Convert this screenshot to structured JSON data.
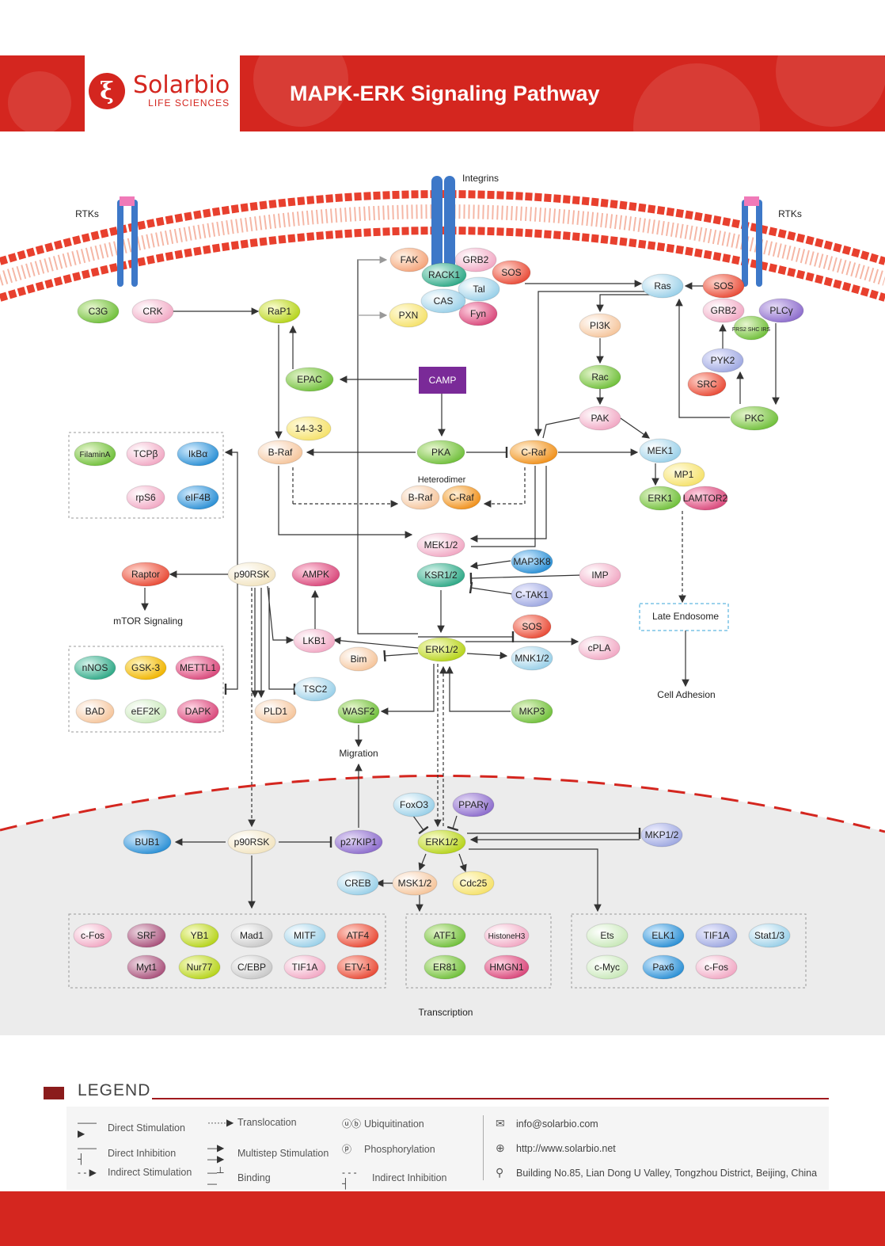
{
  "header": {
    "brand": "Solarbio",
    "brand_sub": "LIFE SCIENCES",
    "title": "MAPK-ERK Signaling Pathway"
  },
  "labels": {
    "integrins": "Integrins",
    "rtks_left": "RTKs",
    "rtks_right": "RTKs",
    "heterodimer": "Heterodimer",
    "mtor": "mTOR Signaling",
    "late_endosome": "Late Endosome",
    "cell_adhesion": "Cell Adhesion",
    "migration": "Migration",
    "transcription": "Transcription"
  },
  "colors": {
    "brand_red": "#d4261f",
    "membrane": "#e8402e",
    "nucleus_bg": "#ececec"
  },
  "nodes": [
    {
      "id": "c3g",
      "label": "C3G",
      "color": "green"
    },
    {
      "id": "crk",
      "label": "CRK",
      "color": "pink"
    },
    {
      "id": "rap1",
      "label": "RaP1",
      "color": "lime"
    },
    {
      "id": "fak",
      "label": "FAK",
      "color": "salmon"
    },
    {
      "id": "grb2a",
      "label": "GRB2",
      "color": "pink"
    },
    {
      "id": "rack1",
      "label": "RACK1",
      "color": "teal"
    },
    {
      "id": "sosa",
      "label": "SOS",
      "color": "red"
    },
    {
      "id": "tal",
      "label": "Tal",
      "color": "lightblue"
    },
    {
      "id": "cas",
      "label": "CAS",
      "color": "lightblue"
    },
    {
      "id": "pxn",
      "label": "PXN",
      "color": "yellow"
    },
    {
      "id": "fyn",
      "label": "Fyn",
      "color": "magenta"
    },
    {
      "id": "ras",
      "label": "Ras",
      "color": "lightblue"
    },
    {
      "id": "sosb",
      "label": "SOS",
      "color": "red"
    },
    {
      "id": "grb2b",
      "label": "GRB2",
      "color": "pink"
    },
    {
      "id": "plcy",
      "label": "PLCγ",
      "color": "purple"
    },
    {
      "id": "frs2",
      "label": "FRS2 SHC IRS",
      "color": "green"
    },
    {
      "id": "pi3k",
      "label": "PI3K",
      "color": "peach"
    },
    {
      "id": "pyk2",
      "label": "PYK2",
      "color": "lavender"
    },
    {
      "id": "src",
      "label": "SRC",
      "color": "red"
    },
    {
      "id": "epac",
      "label": "EPAC",
      "color": "green"
    },
    {
      "id": "rac",
      "label": "Rac",
      "color": "green"
    },
    {
      "id": "pak",
      "label": "PAK",
      "color": "pink"
    },
    {
      "id": "pkc",
      "label": "PKC",
      "color": "green"
    },
    {
      "id": "b1433",
      "label": "14-3-3",
      "color": "yellow"
    },
    {
      "id": "braf",
      "label": "B-Raf",
      "color": "peach"
    },
    {
      "id": "pka",
      "label": "PKA",
      "color": "green"
    },
    {
      "id": "craf",
      "label": "C-Raf",
      "color": "orange"
    },
    {
      "id": "mek1",
      "label": "MEK1",
      "color": "lightblue"
    },
    {
      "id": "mp1",
      "label": "MP1",
      "color": "yellow"
    },
    {
      "id": "erk1",
      "label": "ERK1",
      "color": "green"
    },
    {
      "id": "lamtor2",
      "label": "LAMTOR2",
      "color": "magenta"
    },
    {
      "id": "hbraf",
      "label": "B-Raf",
      "color": "peach"
    },
    {
      "id": "hcraf",
      "label": "C-Raf",
      "color": "orange"
    },
    {
      "id": "filamina",
      "label": "FilaminA",
      "color": "green"
    },
    {
      "id": "tcpb",
      "label": "TCPβ",
      "color": "pink"
    },
    {
      "id": "ikba",
      "label": "IkBα",
      "color": "blue"
    },
    {
      "id": "rps6",
      "label": "rpS6",
      "color": "pink"
    },
    {
      "id": "eif4b",
      "label": "eIF4B",
      "color": "blue"
    },
    {
      "id": "mek12",
      "label": "MEK1/2",
      "color": "pink"
    },
    {
      "id": "map3k8",
      "label": "MAP3K8",
      "color": "blue"
    },
    {
      "id": "raptor",
      "label": "Raptor",
      "color": "red"
    },
    {
      "id": "p90rsk",
      "label": "p90RSK",
      "color": "cream"
    },
    {
      "id": "ampk",
      "label": "AMPK",
      "color": "magenta"
    },
    {
      "id": "ksr12",
      "label": "KSR1/2",
      "color": "teal"
    },
    {
      "id": "imp",
      "label": "IMP",
      "color": "pink"
    },
    {
      "id": "ctak1",
      "label": "C-TAK1",
      "color": "lavender"
    },
    {
      "id": "sosc",
      "label": "SOS",
      "color": "red"
    },
    {
      "id": "lkb1",
      "label": "LKB1",
      "color": "pink"
    },
    {
      "id": "bim",
      "label": "Bim",
      "color": "peach"
    },
    {
      "id": "erk12",
      "label": "ERK1/2",
      "color": "lime"
    },
    {
      "id": "mnk12",
      "label": "MNK1/2",
      "color": "lightblue"
    },
    {
      "id": "cpla",
      "label": "cPLA",
      "color": "pink"
    },
    {
      "id": "nnos",
      "label": "nNOS",
      "color": "teal"
    },
    {
      "id": "gsk3",
      "label": "GSK-3",
      "color": "gold"
    },
    {
      "id": "mettl1",
      "label": "METTL1",
      "color": "magenta"
    },
    {
      "id": "tsc2",
      "label": "TSC2",
      "color": "lightblue"
    },
    {
      "id": "bad",
      "label": "BAD",
      "color": "peach"
    },
    {
      "id": "eef2k",
      "label": "eEF2K",
      "color": "mint"
    },
    {
      "id": "dapk",
      "label": "DAPK",
      "color": "magenta"
    },
    {
      "id": "pld1",
      "label": "PLD1",
      "color": "peach"
    },
    {
      "id": "wasf2",
      "label": "WASF2",
      "color": "green"
    },
    {
      "id": "mkp3",
      "label": "MKP3",
      "color": "green"
    },
    {
      "id": "foxo3",
      "label": "FoxO3",
      "color": "lightblue"
    },
    {
      "id": "ppary",
      "label": "PPARγ",
      "color": "purple"
    },
    {
      "id": "bub1",
      "label": "BUB1",
      "color": "blue"
    },
    {
      "id": "p90rskn",
      "label": "p90RSK",
      "color": "cream"
    },
    {
      "id": "p27kip1",
      "label": "p27KIP1",
      "color": "purple"
    },
    {
      "id": "erk12n",
      "label": "ERK1/2",
      "color": "lime"
    },
    {
      "id": "mkp12",
      "label": "MKP1/2",
      "color": "lavender"
    },
    {
      "id": "creb",
      "label": "CREB",
      "color": "lightblue"
    },
    {
      "id": "msk12",
      "label": "MSK1/2",
      "color": "peach"
    },
    {
      "id": "cdc25",
      "label": "Cdc25",
      "color": "yellow"
    },
    {
      "id": "cfos1",
      "label": "c-Fos",
      "color": "pink"
    },
    {
      "id": "srf",
      "label": "SRF",
      "color": "mauve"
    },
    {
      "id": "yb1",
      "label": "YB1",
      "color": "lime"
    },
    {
      "id": "mad1",
      "label": "Mad1",
      "color": "grey"
    },
    {
      "id": "mitf",
      "label": "MITF",
      "color": "lightblue"
    },
    {
      "id": "atf4",
      "label": "ATF4",
      "color": "red"
    },
    {
      "id": "myt1",
      "label": "Myt1",
      "color": "mauve"
    },
    {
      "id": "nur77",
      "label": "Nur77",
      "color": "lime"
    },
    {
      "id": "cebp",
      "label": "C/EBP",
      "color": "grey"
    },
    {
      "id": "tif1a1",
      "label": "TIF1A",
      "color": "pink"
    },
    {
      "id": "etv1",
      "label": "ETV-1",
      "color": "red"
    },
    {
      "id": "atf1",
      "label": "ATF1",
      "color": "green"
    },
    {
      "id": "histoneh3",
      "label": "HistoneH3",
      "color": "pink"
    },
    {
      "id": "er81",
      "label": "ER81",
      "color": "green"
    },
    {
      "id": "hmgn1",
      "label": "HMGN1",
      "color": "magenta"
    },
    {
      "id": "ets",
      "label": "Ets",
      "color": "mint"
    },
    {
      "id": "elk1",
      "label": "ELK1",
      "color": "blue"
    },
    {
      "id": "tif1a2",
      "label": "TIF1A",
      "color": "lavender"
    },
    {
      "id": "stat13",
      "label": "Stat1/3",
      "color": "lightblue"
    },
    {
      "id": "cmyc",
      "label": "c-Myc",
      "color": "mint"
    },
    {
      "id": "pax6",
      "label": "Pax6",
      "color": "blue"
    },
    {
      "id": "cfos2",
      "label": "c-Fos",
      "color": "pink"
    }
  ],
  "camp": "CAMP",
  "legend": {
    "title": "LEGEND",
    "items": [
      {
        "symbol": "——▶",
        "label": "Direct Stimulation"
      },
      {
        "symbol": "——┤",
        "label": "Direct Inhibition"
      },
      {
        "symbol": "- - ▶",
        "label": "Indirect Stimulation"
      },
      {
        "symbol": "······▶",
        "label": "Translocation"
      },
      {
        "symbol": "—▶—▶",
        "label": "Multistep Stimulation"
      },
      {
        "symbol": "—┴—",
        "label": "Binding"
      },
      {
        "symbol": "ⓤⓑ",
        "label": "Ubiquitination"
      },
      {
        "symbol": "ⓟ",
        "label": "Phosphorylation"
      },
      {
        "symbol": "- - - ┤",
        "label": "Indirect Inhibition"
      }
    ],
    "contact": {
      "email": "info@solarbio.com",
      "web": "http://www.solarbio.net",
      "address": "Building No.85, Lian Dong U Valley, Tongzhou District, Beijing, China"
    }
  }
}
